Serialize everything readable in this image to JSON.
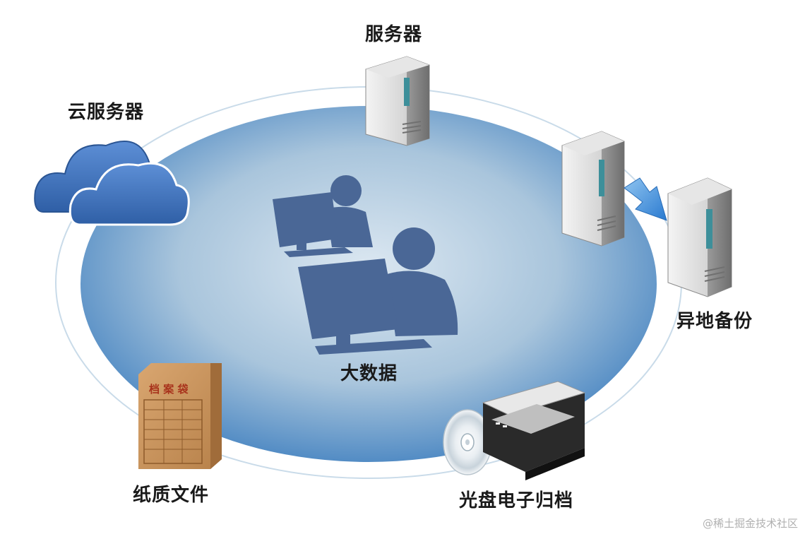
{
  "nodes": {
    "server": "服务器",
    "cloud_server": "云服务器",
    "remote_backup": "异地备份",
    "big_data": "大数据",
    "paper_files": "纸质文件",
    "optical_archive": "光盘电子归档"
  },
  "folder_title": "档 案 袋",
  "watermark": "@稀土掘金技术社区",
  "colors": {
    "ellipse_edge": "#3f7fbf",
    "ellipse_center": "#d9e6f0",
    "people": "#4a6796",
    "cloud": "#3f6fb6",
    "folder": "#c8945a",
    "arrow": "#3a8ad6"
  },
  "icons": [
    "server-icon",
    "cloud-icon",
    "people-computer-icon",
    "archive-folder-icon",
    "optical-disc-icon",
    "disc-burner-icon",
    "arrow-icon"
  ]
}
